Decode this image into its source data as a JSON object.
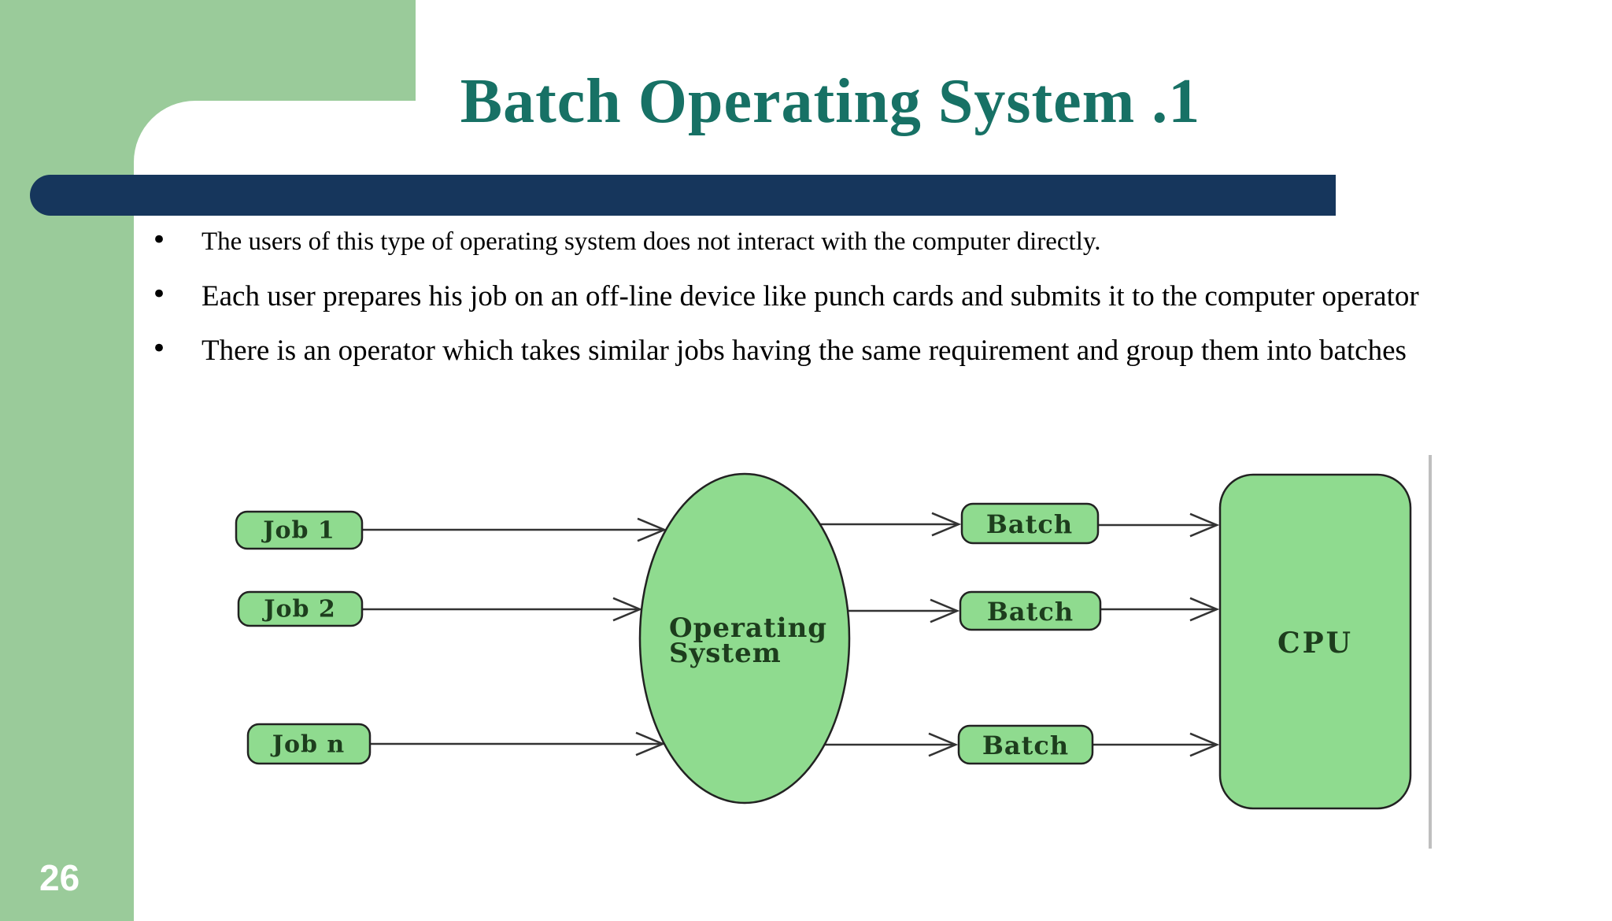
{
  "slide": {
    "title": "Batch Operating System .1",
    "page_number": "26",
    "bullet_glyph": "•",
    "bullets": [
      "The users of this type of operating system does not interact with the computer directly.",
      "Each user prepares his job on an off-line device like punch cards and submits it to the computer operator",
      "There is an operator which takes similar jobs having the same requirement and group them into batches"
    ],
    "colors": {
      "sidebar_green": "#9ACB9A",
      "accent_navy": "#16365C",
      "title_teal": "#177165",
      "diagram_node_green": "#8FDB8F",
      "diagram_text_green": "#1d3d1d"
    }
  },
  "diagram": {
    "jobs": [
      "Job 1",
      "Job 2",
      "Job n"
    ],
    "os_label_line1": "Operating",
    "os_label_line2": "System",
    "batches": [
      "Batch",
      "Batch",
      "Batch"
    ],
    "cpu_label": "CPU"
  }
}
